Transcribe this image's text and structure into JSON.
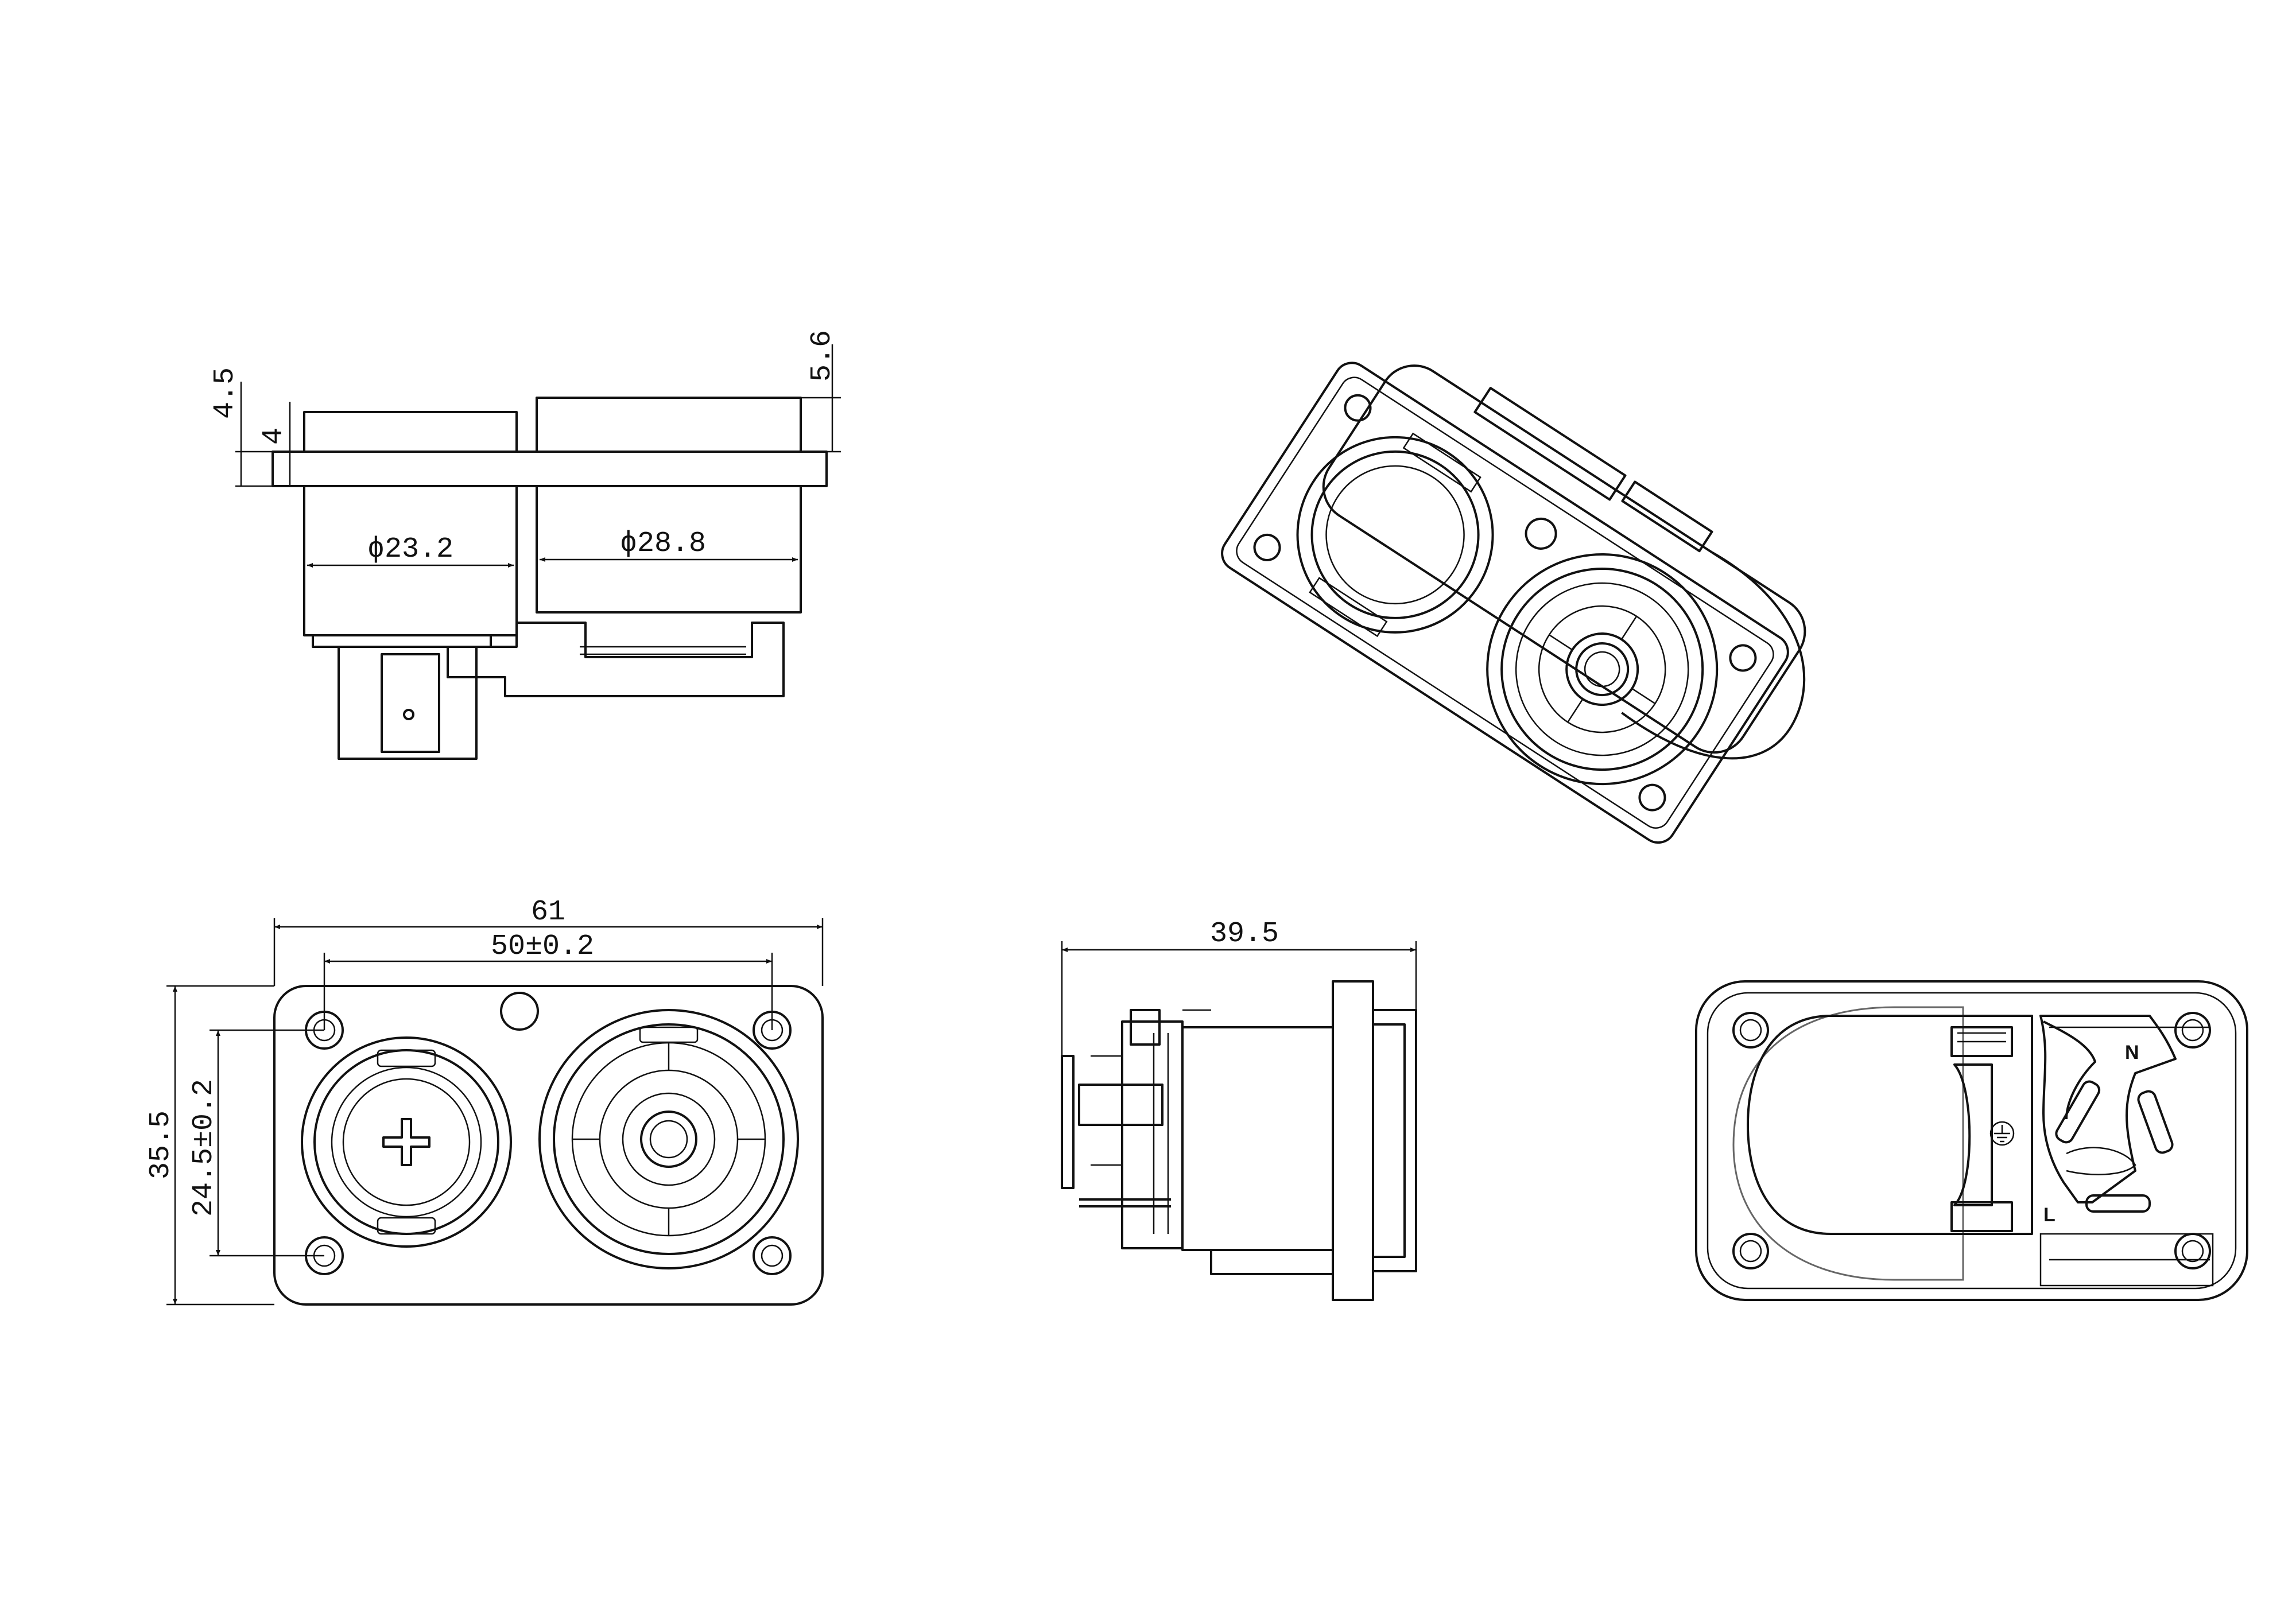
{
  "dimensions": {
    "side_top_h1": "4.5",
    "side_top_h2": "4",
    "side_top_right": "5.6",
    "dia_small": "ϕ23.2",
    "dia_large": "ϕ28.8",
    "front_width": "61",
    "front_hole_spacing": "50±0.2",
    "front_height": "35.5",
    "front_hole_vspacing": "24.5±0.2",
    "side_depth": "39.5"
  },
  "pin_labels": {
    "neutral": "N",
    "live": "L"
  },
  "icons": {
    "ground": "ground-symbol-icon"
  },
  "colors": {
    "line": "#111111",
    "background": "#ffffff"
  }
}
